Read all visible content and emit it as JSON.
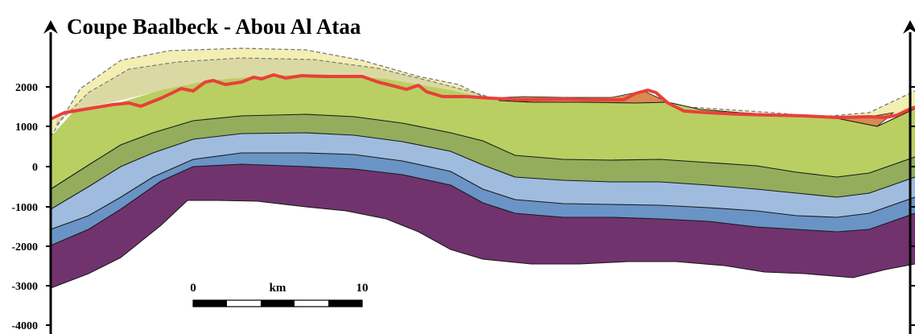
{
  "figure": {
    "title": "Coupe Baalbeck - Abou Al Ataa",
    "left_axis": {
      "tick_labels": [
        "2000",
        "1000",
        "0",
        "-1000",
        "-2000",
        "-3000",
        "-4000"
      ]
    },
    "scale_bar": {
      "start_label": "0",
      "unit_label": "km",
      "end_label": "10"
    }
  },
  "colors": {
    "topography_line": "#e8403a",
    "eroded_upper": "#f3efb3",
    "eroded_middle": "#dbd9a3",
    "quaternary_fill": "#d98a52",
    "unit_light_green": "#b9cf62",
    "unit_mid_green": "#93ad5c",
    "unit_light_blue": "#9fbcde",
    "unit_blue": "#6a94c6",
    "unit_purple": "#71336e",
    "contact_line": "#1a1a1a",
    "axis": "#000000"
  }
}
